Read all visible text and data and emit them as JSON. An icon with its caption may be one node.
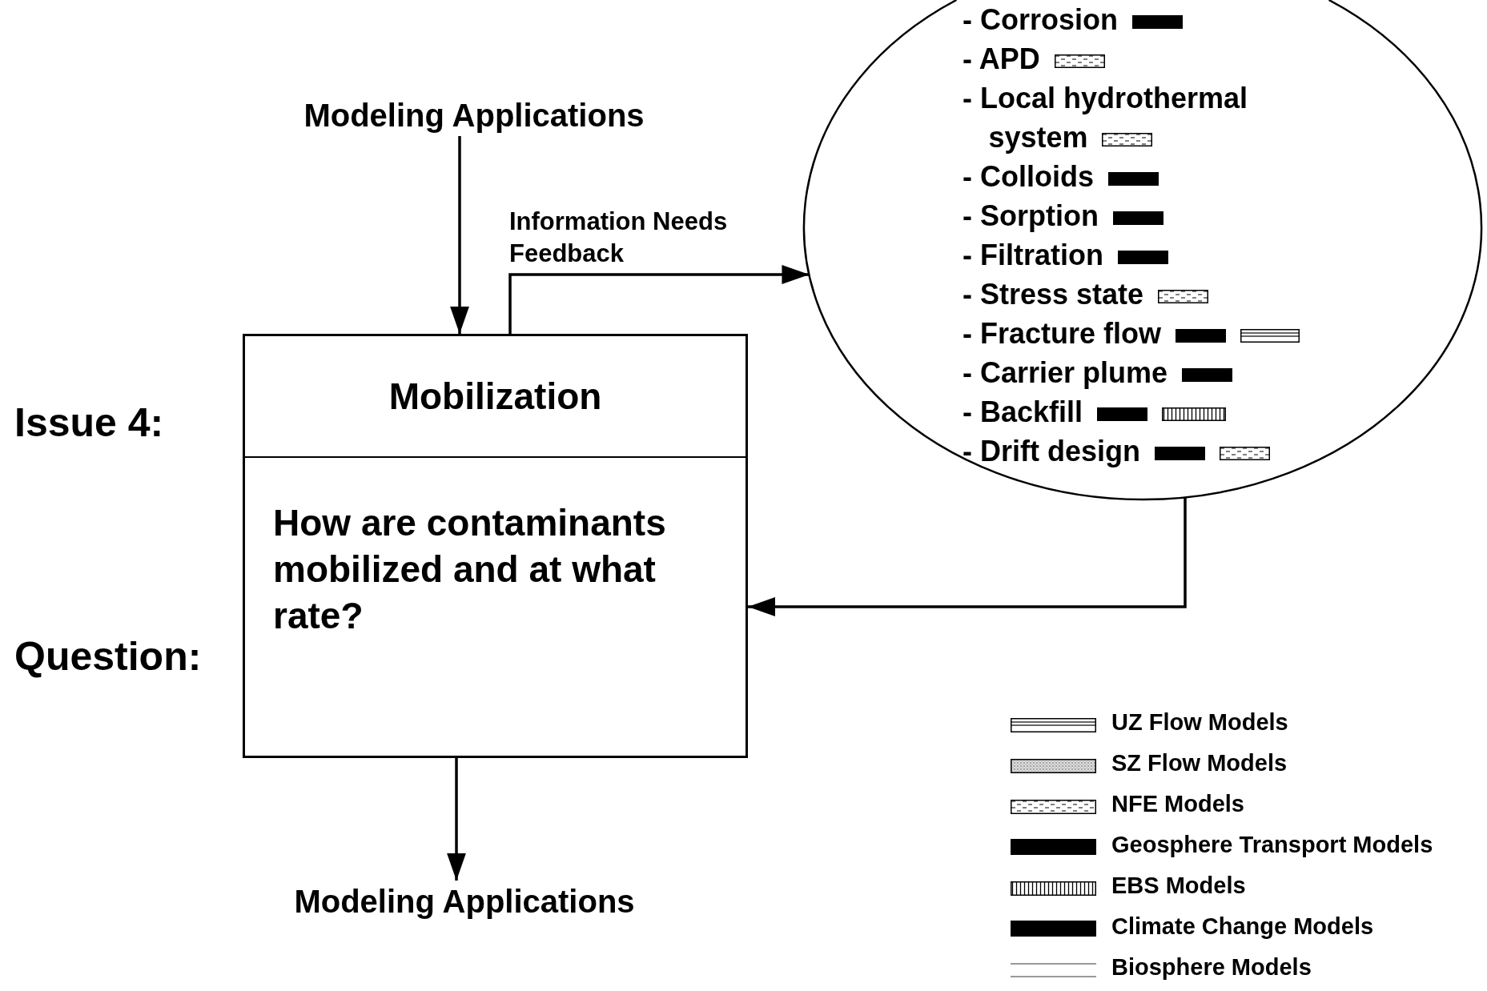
{
  "diagram": {
    "nodes": [
      {
        "text": [
          "Modeling Applications"
        ]
      },
      {
        "text": [
          "Mobilization",
          "How are contaminants mobilized and at what rate?"
        ]
      },
      {
        "text": [
          "- Corrosion",
          "- APD",
          "- Local hydrothermal system",
          "- Colloids",
          "- Sorption",
          "- Filtration",
          "- Stress state",
          "- Fracture flow",
          "- Carrier plume",
          "- Backfill",
          "- Drift design"
        ]
      },
      {
        "text": [
          "Modeling Applications"
        ]
      }
    ],
    "edges": [
      {
        "from": 0,
        "to": 1,
        "arrow": "to"
      },
      {
        "from": 1,
        "to": 2,
        "arrow": "to",
        "label": "Information Needs Feedback"
      },
      {
        "from": 2,
        "to": 1,
        "arrow": "to"
      },
      {
        "from": 1,
        "to": 3,
        "arrow": "to"
      }
    ],
    "labels": [
      "Issue 4:",
      "Question:"
    ],
    "legend": [
      {
        "text": "UZ Flow Models"
      },
      {
        "text": "SZ Flow Models"
      },
      {
        "text": "NFE Models"
      },
      {
        "text": "Geosphere Transport Models",
        "color": "#000000"
      },
      {
        "text": "EBS Models"
      },
      {
        "text": "Climate Change Models",
        "color": "#000000"
      },
      {
        "text": "Biosphere Models"
      }
    ]
  }
}
